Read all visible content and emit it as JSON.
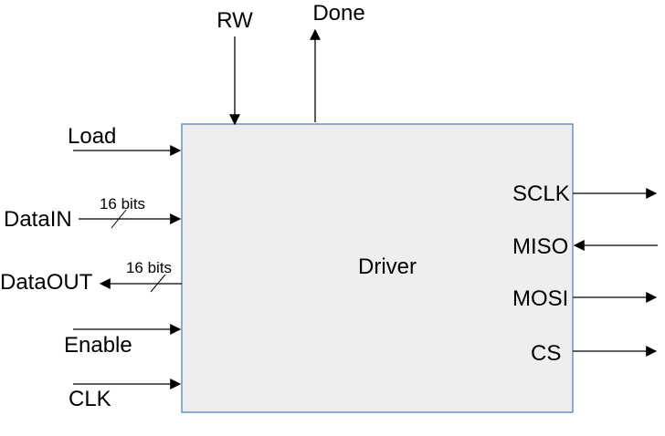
{
  "block": {
    "label": "Driver",
    "fill": "#eeeeee",
    "stroke": "#4a79b8"
  },
  "signals": {
    "rw": "RW",
    "done": "Done",
    "load": "Load",
    "datain": "DataIN",
    "dataout": "DataOUT",
    "enable": "Enable",
    "clk": "CLK",
    "sclk": "SCLK",
    "miso": "MISO",
    "mosi": "MOSI",
    "cs": "CS"
  },
  "bus_widths": {
    "datain": "16 bits",
    "dataout": "16 bits"
  }
}
